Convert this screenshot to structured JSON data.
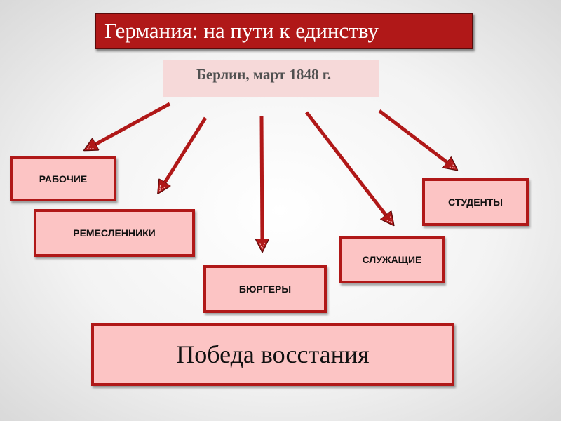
{
  "title": "Германия: на пути к единству",
  "subtitle": "Берлин, март 1848 г.",
  "groups": [
    "РАБОЧИЕ",
    "РЕМЕСЛЕННИКИ",
    "БЮРГЕРЫ",
    "СЛУЖАЩИЕ",
    "СТУДЕНТЫ"
  ],
  "result": "Победа восстания",
  "colors": {
    "accent": "#b01818",
    "box_fill": "#fcc4c4",
    "subtitle_fill": "#f6d9d9"
  }
}
